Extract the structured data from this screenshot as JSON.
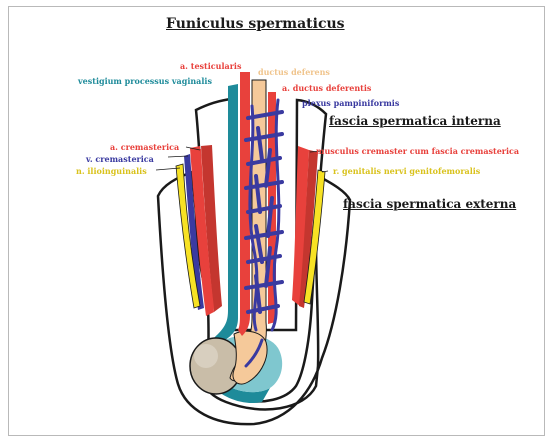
{
  "title": "Funiculus spermaticus",
  "labels": {
    "a_testicularis": "a. testicularis",
    "ductus_deferens": "ductus deferens",
    "vestigium": "vestigium processus vaginalis",
    "a_ductus_deferentis": "a. ductus deferentis",
    "plexus": "plexus pampiniformis",
    "fascia_interna": "fascia spermatica interna",
    "a_cremasterica": "a. cremasterica",
    "v_cremasterica": "v. cremasterica",
    "n_ilioinguinalis": "n. ilioinguinalis",
    "musculus": "musculus cremaster cum fascia cremasterica",
    "r_genitalis": "r. genitalis nervi genitofemoralis",
    "fascia_externa": "fascia spermatica externa"
  },
  "colors": {
    "artery": "#e8413c",
    "artery_dark": "#c4362f",
    "vein_plexus": "#3a3aa0",
    "vestigium": "#1e8b9a",
    "vestigium_light": "#7fc7cf",
    "ductus": "#f5c99a",
    "nerve": "#f7e224",
    "testis": "#c9bda8",
    "label_deferens": "#f0c48c",
    "label_nerve": "#d9c21c",
    "outline": "#1a1a1a"
  }
}
